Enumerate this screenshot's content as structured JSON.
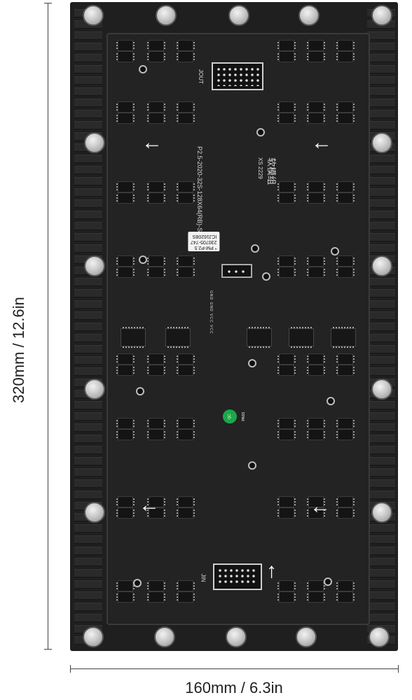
{
  "dimensions": {
    "height_label": "320mm / 12.6in",
    "width_label": "160mm / 6.3in"
  },
  "board": {
    "model_text": "P2.5-2020-32S-128X64(RB)-SS3",
    "xs_text": "XS 2229",
    "chinese_text": "软模组",
    "connector_top": "JOUT",
    "connector_bottom": "JIN",
    "label_line1": "* PM-P2.5",
    "label_line2": "230705-747",
    "label_line3": "ICJ16208S",
    "qc_badge": "QC PASS",
    "power_pins": "GND GND VCC VCC",
    "colors": {
      "board": "#1f1f1f",
      "qc": "#1aa84a"
    }
  }
}
